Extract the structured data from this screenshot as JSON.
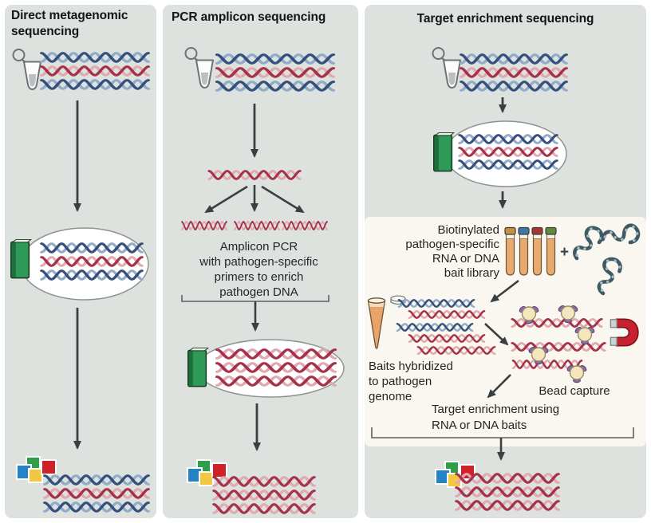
{
  "figure": {
    "panel1": {
      "title_lines": [
        "Direct metagenomic",
        "sequencing"
      ]
    },
    "panel2": {
      "title": "PCR amplicon sequencing",
      "caption_lines": [
        "Amplicon PCR",
        "with pathogen-specific",
        "primers to enrich",
        "pathogen DNA"
      ]
    },
    "panel3": {
      "title": "Target enrichment sequencing",
      "bait_lines": [
        "Biotinylated",
        "pathogen-specific",
        "RNA or DNA",
        "bait library"
      ],
      "plus": "+",
      "hybridized_lines": [
        "Baits hybridized",
        "to pathogen",
        "genome"
      ],
      "bead_capture": "Bead capture",
      "enrichment_lines": [
        "Target enrichment using",
        "RNA or DNA baits"
      ]
    },
    "colors": {
      "panel_bg": "#dde2de",
      "box_bg": "#f9f7ef",
      "dna_blue_dark": "#35507c",
      "dna_blue_light": "#93abc8",
      "dna_red_dark": "#a53248",
      "dna_red_light": "#e0a9b4",
      "book_green": "#2f9a58",
      "square_blue": "#2383c4",
      "square_green": "#2f9e46",
      "square_yellow": "#f3c73f",
      "square_red": "#cf2128",
      "tube_orange": "#e9aa70",
      "bait_strand": "#3e5a64",
      "bead_fill": "#f4e7bd",
      "magnet_red": "#c5232f",
      "arrow": "#3a4042"
    }
  }
}
